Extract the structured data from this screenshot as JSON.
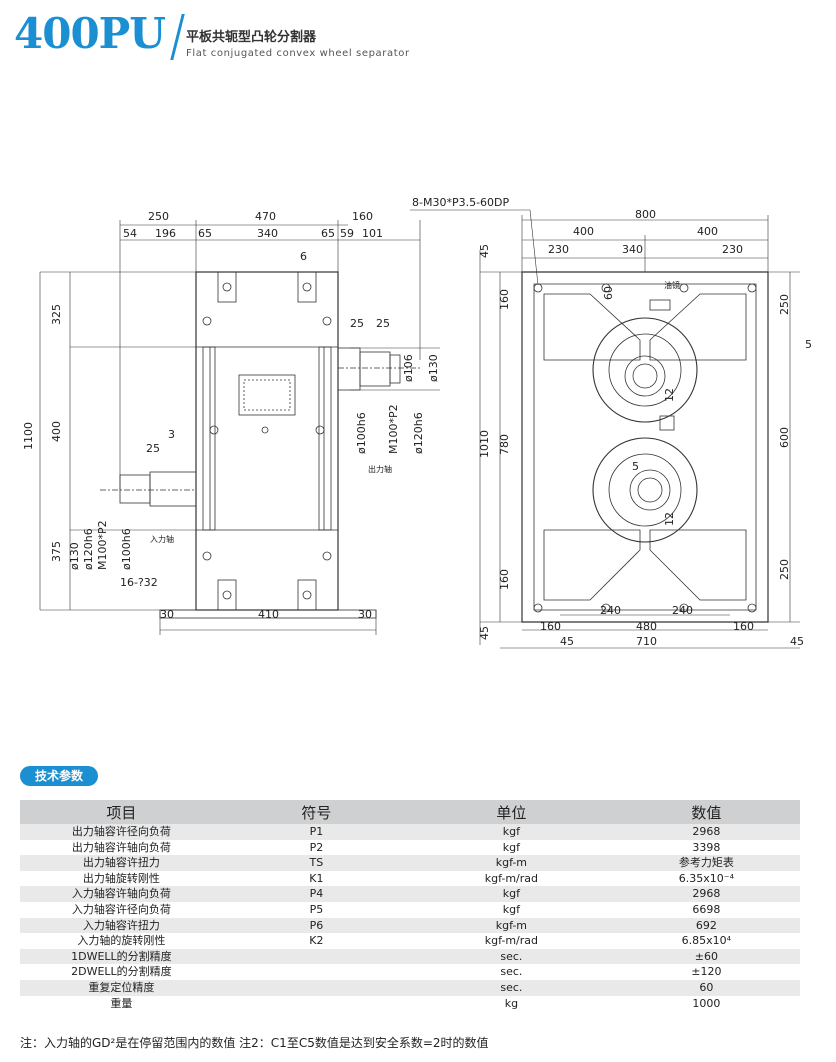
{
  "header": {
    "model": "400PU",
    "title_cn": "平板共轭型凸轮分割器",
    "title_en": "Flat conjugated convex wheel separator"
  },
  "drawing": {
    "left_view": {
      "top_dims": [
        "250",
        "470",
        "160"
      ],
      "sub_dims": [
        "54",
        "196",
        "65",
        "340",
        "65",
        "59",
        "101"
      ],
      "vert_dims": [
        "1100",
        "325",
        "400",
        "375"
      ],
      "bottom_dims": [
        "30",
        "410",
        "30"
      ],
      "misc": [
        "6",
        "25",
        "25",
        "25",
        "3"
      ],
      "shaft_out": [
        "ø106",
        "ø130",
        "ø100h6",
        "M100*P2",
        "ø120h6"
      ],
      "shaft_in": [
        "ø130",
        "ø120h6",
        "M100*P2",
        "ø100h6"
      ],
      "labels": {
        "output_shaft": "出力轴",
        "input_shaft": "入力轴",
        "holes": "16-?32"
      }
    },
    "right_view": {
      "thread": "8-M30*P3.5-60DP",
      "top_dims": [
        "800",
        "400",
        "400",
        "230",
        "340",
        "230"
      ],
      "left_dims": [
        "45",
        "160",
        "1010",
        "780",
        "160",
        "45"
      ],
      "right_dims": [
        "250",
        "5",
        "600",
        "250"
      ],
      "inner": [
        "60",
        "12",
        "5",
        "12"
      ],
      "bottom_dims": [
        "240",
        "240",
        "160",
        "480",
        "160",
        "45",
        "710",
        "45"
      ],
      "labels": {
        "oil": "油镜"
      }
    }
  },
  "section": {
    "title": "技术参数"
  },
  "table": {
    "headers": [
      "项目",
      "符号",
      "单位",
      "数值"
    ],
    "rows": [
      [
        "出力轴容许径向负荷",
        "P1",
        "kgf",
        "2968"
      ],
      [
        "出力轴容许轴向负荷",
        "P2",
        "kgf",
        "3398"
      ],
      [
        "出力轴容许扭力",
        "TS",
        "kgf-m",
        "参考力矩表"
      ],
      [
        "出力轴旋转刚性",
        "K1",
        "kgf-m/rad",
        "6.35x10⁻⁴"
      ],
      [
        "入力轴容许轴向负荷",
        "P4",
        "kgf",
        "2968"
      ],
      [
        "入力轴容许径向负荷",
        "P5",
        "kgf",
        "6698"
      ],
      [
        "入力轴容许扭力",
        "P6",
        "kgf-m",
        "692"
      ],
      [
        "入力轴的旋转刚性",
        "K2",
        "kgf-m/rad",
        "6.85x10⁴"
      ],
      [
        "1DWELL的分割精度",
        "",
        "sec.",
        "±60"
      ],
      [
        "2DWELL的分割精度",
        "",
        "sec.",
        "±120"
      ],
      [
        "重复定位精度",
        "",
        "sec.",
        "60"
      ],
      [
        "重量",
        "",
        "kg",
        "1000"
      ]
    ]
  },
  "note": "注：入力轴的GD²是在停留范围内的数值    注2：C1至C5数值是达到安全系数=2时的数值"
}
